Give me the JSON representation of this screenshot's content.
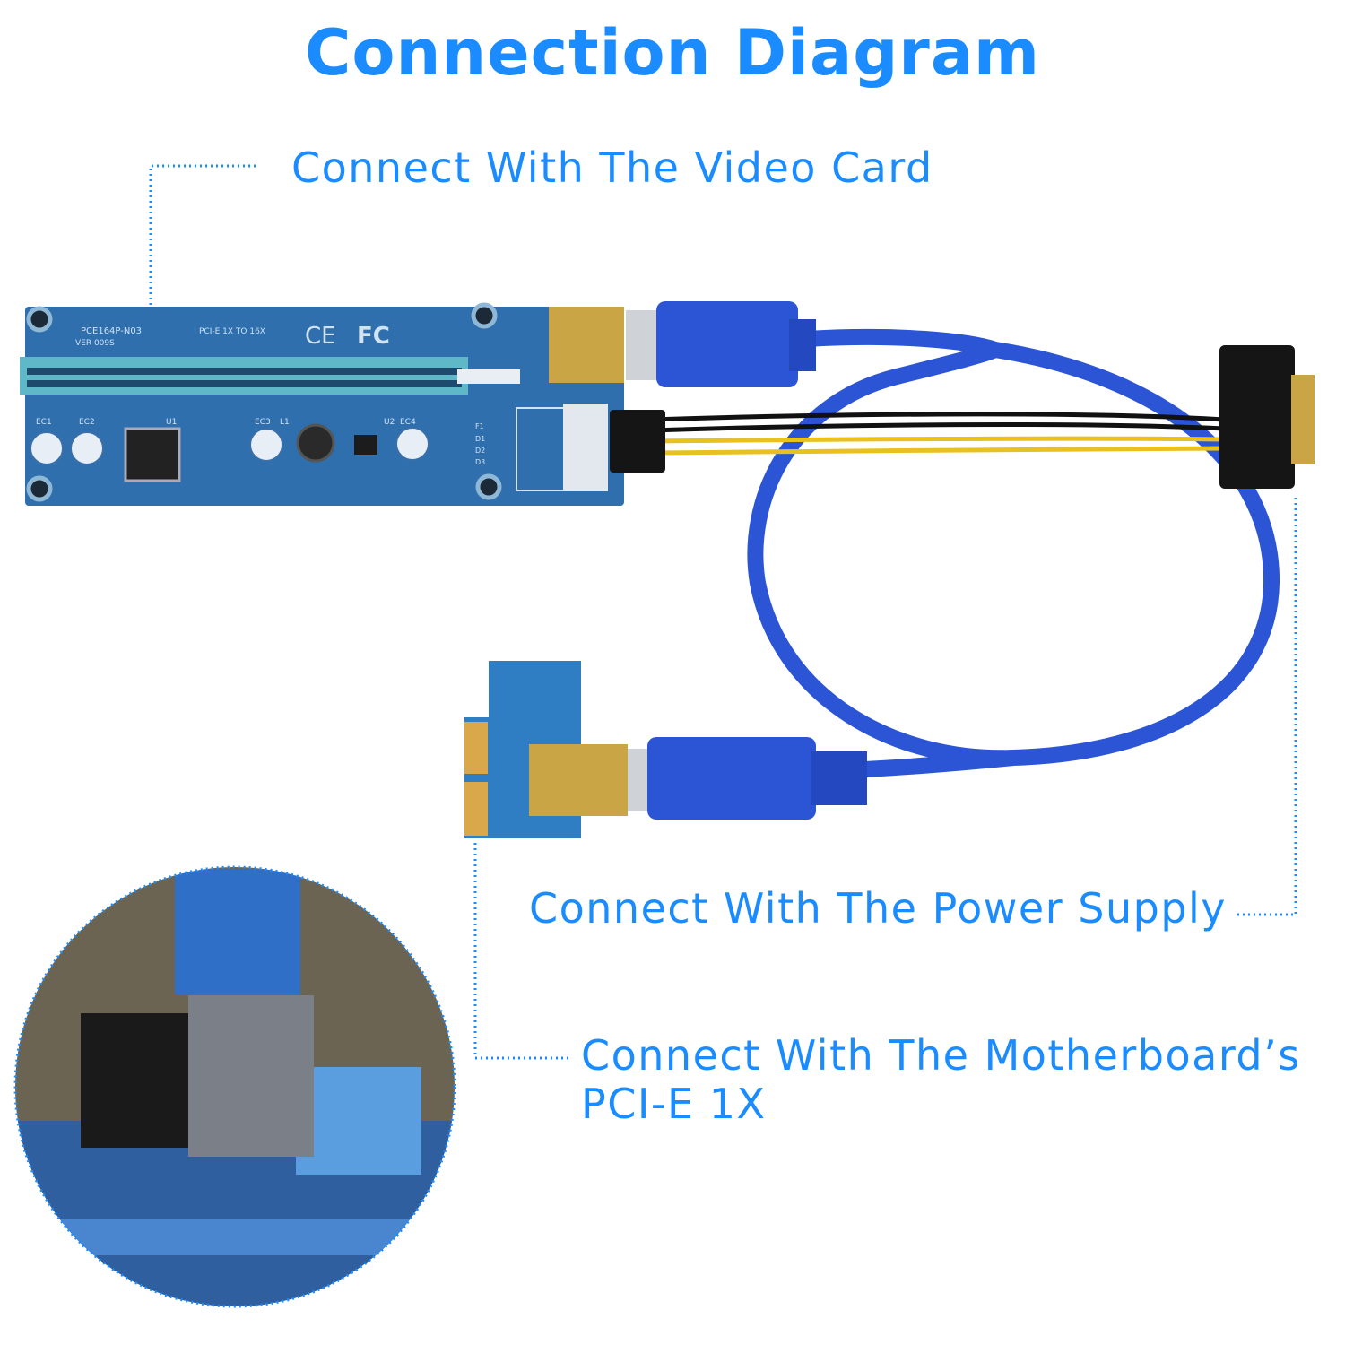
{
  "title": "Connection Diagram",
  "labels": {
    "video_card": "Connect With The Video Card",
    "power_supply": "Connect With The Power Supply",
    "motherboard_line1": "Connect With The Motherboard’s",
    "motherboard_line2": "PCI-E 1X"
  },
  "riser_board": {
    "model": "PCE164P-N03",
    "version": "VER 009S",
    "spec": "PCI-E 1X TO 16X",
    "marks": [
      "CE",
      "FC"
    ],
    "components": [
      "EC1",
      "EC2",
      "U1",
      "EC3",
      "L1",
      "U2",
      "EC4",
      "F1",
      "D1",
      "D2",
      "D3"
    ]
  },
  "colors": {
    "accent": "#1a8cff",
    "cable": "#2c55d6",
    "pcb": "#2f6fae",
    "slot": "#5fb8c8"
  }
}
